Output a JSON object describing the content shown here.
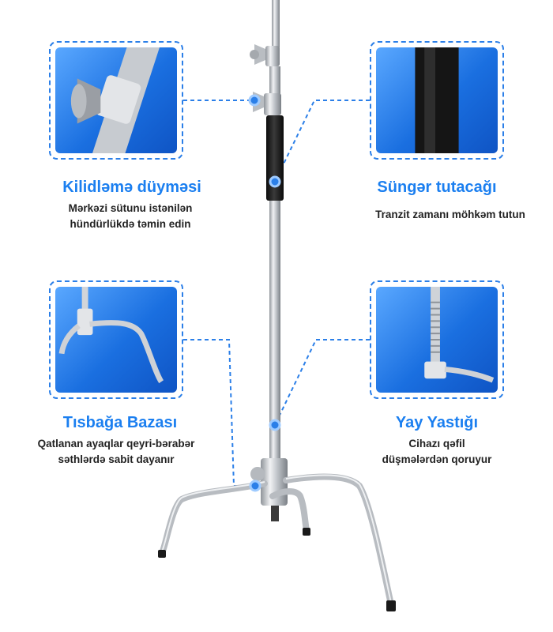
{
  "features": [
    {
      "title": "Kilidləmə düyməsi",
      "desc1": "Mərkəzi sütunu istənilən",
      "desc2": "hündürlükdə təmin edin"
    },
    {
      "title": "Süngər tutacağı",
      "desc1": "Tranzit zamanı möhkəm tutun",
      "desc2": ""
    },
    {
      "title": "Tısbağa Bazası",
      "desc1": "Qatlanan ayaqlar qeyri-bərabər",
      "desc2": "səthlərdə sabit dayanır"
    },
    {
      "title": "Yay Yastığı",
      "desc1": "Cihazı qəfil",
      "desc2": "düşmələrdən qoruyur"
    }
  ],
  "colors": {
    "accent": "#1b7ff0",
    "card_fill": "#1a6fe0",
    "metal": "#c9ccd0",
    "foam": "#1c1c1c"
  }
}
